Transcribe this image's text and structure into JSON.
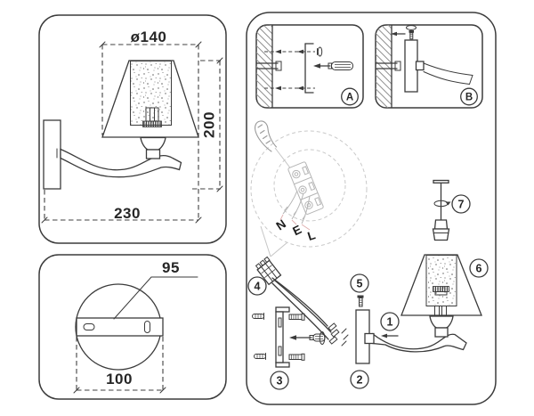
{
  "colors": {
    "ink": "#3b3b3b",
    "light_gray": "#c6c6c6",
    "wire_gray": "#b5b5b5",
    "pink_leader": "#dfaeae",
    "paper": "#ffffff"
  },
  "front_view": {
    "diameter": "ø140",
    "height": "200",
    "depth": "230"
  },
  "top_view": {
    "plate_circle": "95",
    "plate_width": "100"
  },
  "steps": {
    "a": "A",
    "b": "B"
  },
  "wiring": {
    "neutral": "N",
    "earth": "E",
    "live": "L"
  },
  "parts": {
    "n1": "1",
    "n2": "2",
    "n3": "3",
    "n4": "4",
    "n5": "5",
    "n6": "6",
    "n7": "7"
  }
}
